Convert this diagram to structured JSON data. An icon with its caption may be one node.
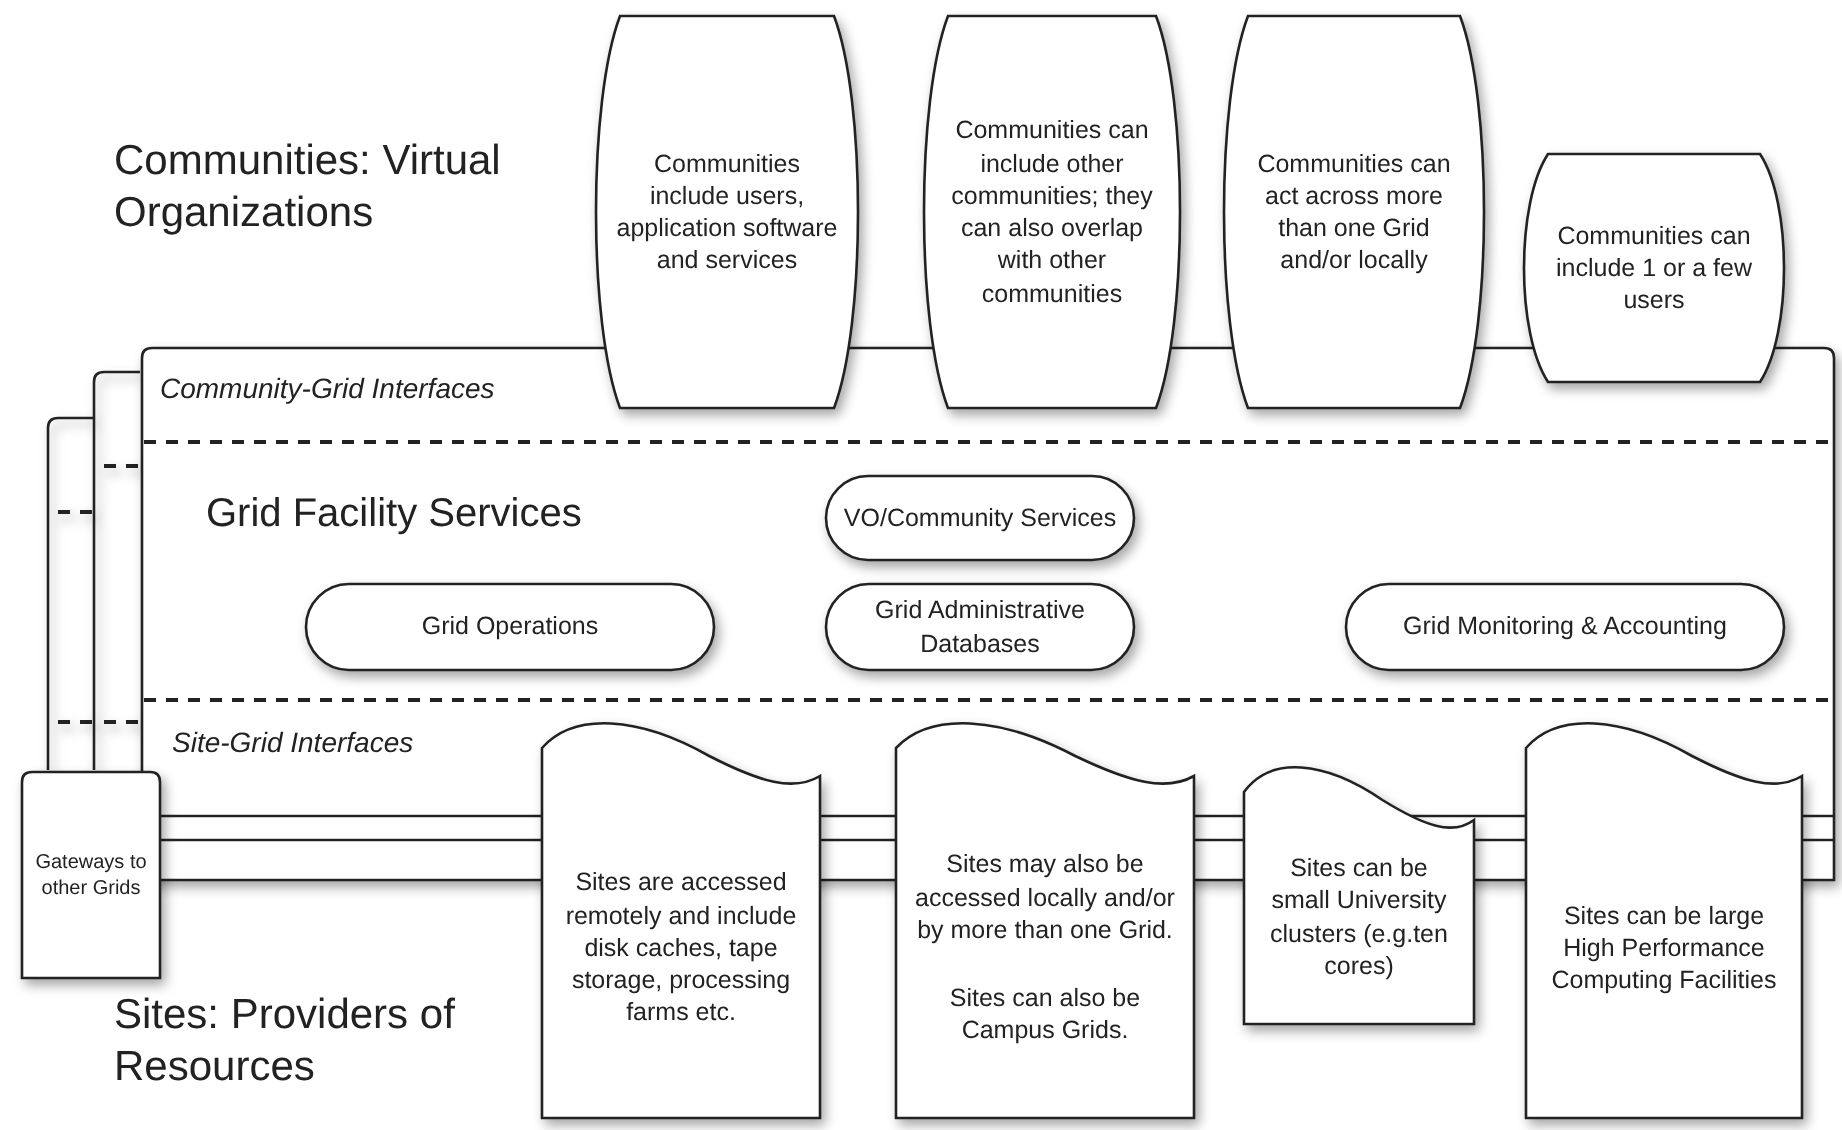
{
  "diagram": {
    "nodes": [
      {
        "text": [
          "Communities include users, application software and services"
        ]
      },
      {
        "text": [
          "Communities can include other communities; they can also overlap with other communities"
        ]
      },
      {
        "text": [
          "Communities can act across more than one Grid and/or locally"
        ]
      },
      {
        "text": [
          "Communities can include 1 or a few users"
        ]
      },
      {
        "text": [],
        "shape": "box"
      },
      {
        "text": [],
        "shape": "box"
      },
      {
        "text": [
          "Community-Grid Interfaces",
          "Grid Facility Services",
          "Site-Grid Interfaces"
        ]
      },
      {
        "text": [
          "VO/Community Services"
        ],
        "in": 6
      },
      {
        "text": [
          "Grid Operations"
        ],
        "in": 6
      },
      {
        "text": [
          "Grid Administrative Databases"
        ],
        "in": 6
      },
      {
        "text": [
          "Grid Monitoring & Accounting"
        ],
        "in": 6
      },
      {
        "text": [
          "Gateways to other Grids"
        ]
      },
      {
        "text": [
          "Sites are accessed remotely and include disk caches, tape storage, processing farms etc."
        ]
      },
      {
        "text": [
          "Sites may also be accessed locally and/or by more than one Grid.",
          "Sites can also be Campus Grids."
        ]
      },
      {
        "text": [
          "Sites can be small University clusters (e.g.ten cores)"
        ]
      },
      {
        "text": [
          "Sites can be large High Performance Computing Facilities"
        ]
      }
    ],
    "labels": [
      "Communities: Virtual Organizations",
      "Sites: Providers of Resources"
    ]
  }
}
